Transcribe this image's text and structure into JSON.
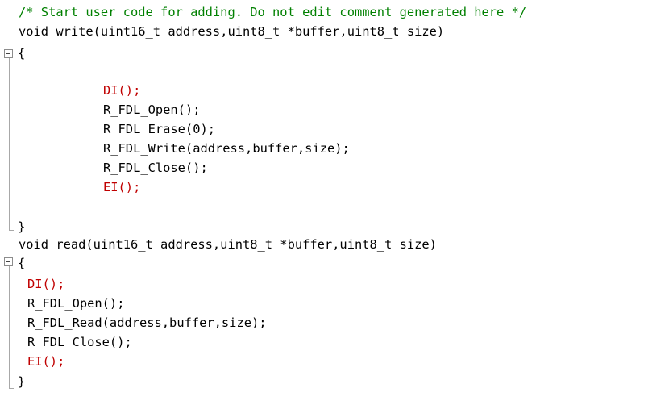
{
  "code": {
    "comment_line": "/* Start user code for adding. Do not edit comment generated here */",
    "write_signature": "void write(uint16_t address,uint8_t *buffer,uint8_t size)",
    "open_brace": "{",
    "close_brace": "}",
    "write_body": {
      "di": "DI();",
      "open": "R_FDL_Open();",
      "erase": "R_FDL_Erase(0);",
      "write": "R_FDL_Write(address,buffer,size);",
      "close": "R_FDL_Close();",
      "ei": "EI();"
    },
    "read_signature": "void read(uint16_t address,uint8_t *buffer,uint8_t size)",
    "read_body": {
      "di": "DI();",
      "open": "R_FDL_Open();",
      "read": "R_FDL_Read(address,buffer,size);",
      "close": "R_FDL_Close();",
      "ei": "EI();"
    }
  },
  "colors": {
    "comment": "#008000",
    "macro": "#c00000",
    "text": "#000000"
  }
}
